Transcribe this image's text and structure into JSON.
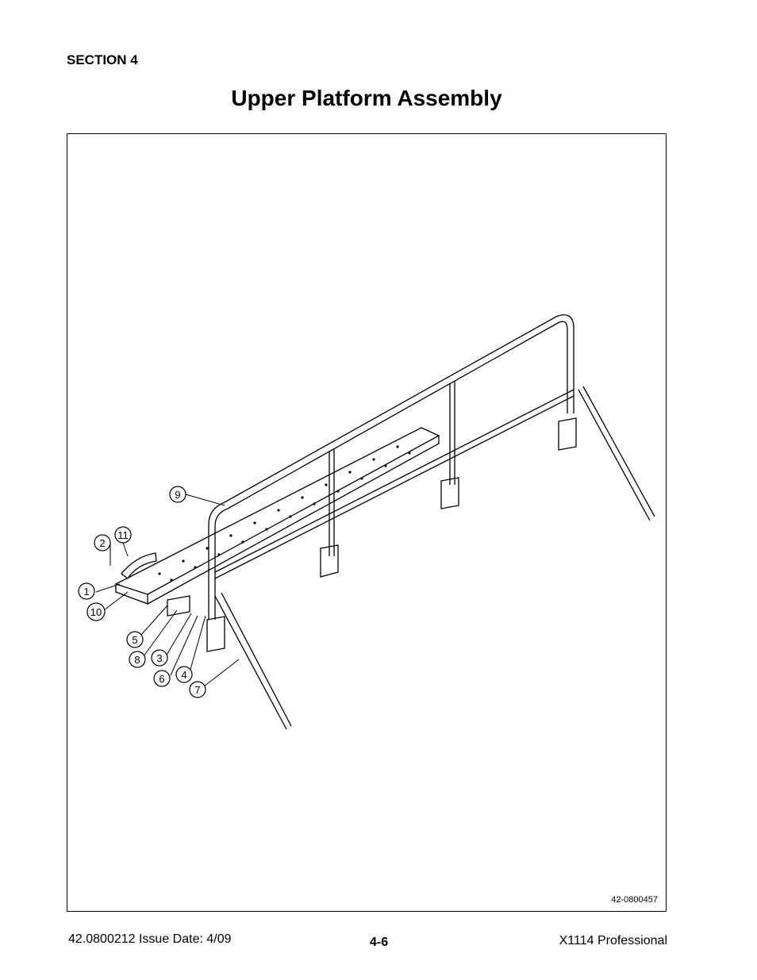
{
  "header": {
    "section": "SECTION 4",
    "title": "Upper Platform Assembly"
  },
  "figure": {
    "drawing_number": "42-0800457",
    "callouts": [
      {
        "label": "1"
      },
      {
        "label": "2"
      },
      {
        "label": "3"
      },
      {
        "label": "4"
      },
      {
        "label": "5"
      },
      {
        "label": "6"
      },
      {
        "label": "7"
      },
      {
        "label": "8"
      },
      {
        "label": "9"
      },
      {
        "label": "10"
      },
      {
        "label": "11"
      }
    ]
  },
  "footer": {
    "doc_info": "42.0800212  Issue Date: 4/09",
    "page_number": "4-6",
    "product": "X1114 Professional"
  }
}
